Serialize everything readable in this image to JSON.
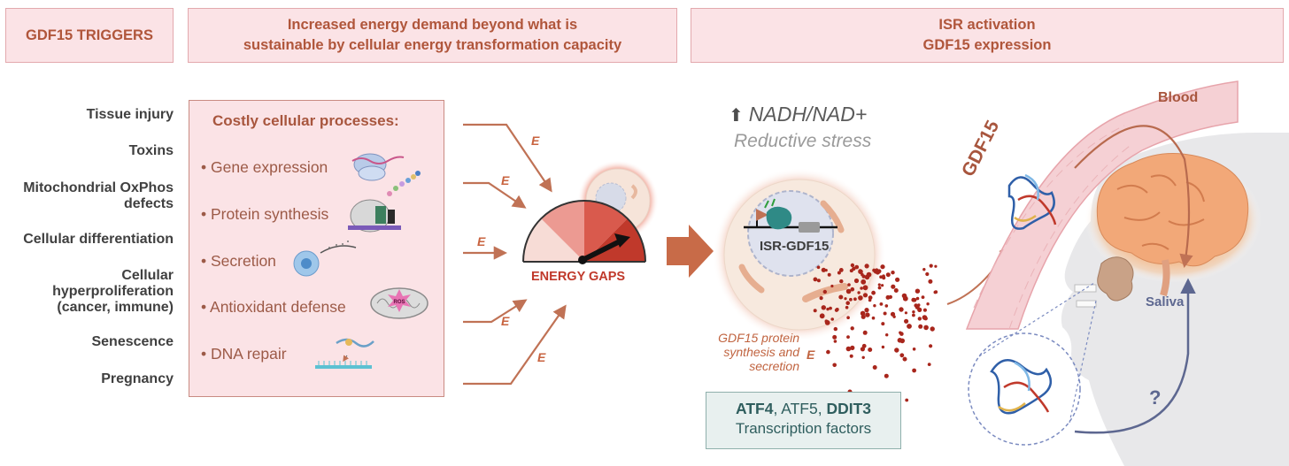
{
  "headers": {
    "triggers": "GDF15 TRIGGERS",
    "demand": [
      "Increased energy demand beyond what is",
      "sustainable by cellular energy transformation capacity"
    ],
    "isr": [
      "ISR activation",
      "GDF15 expression"
    ]
  },
  "triggers": [
    [
      "Tissue injury"
    ],
    [
      "Toxins"
    ],
    [
      "Mitochondrial OxPhos",
      "defects"
    ],
    [
      "Cellular differentiation"
    ],
    [
      "Cellular",
      "hyperproliferation",
      "(cancer, immune)"
    ],
    [
      "Senescence"
    ],
    [
      "Pregnancy"
    ]
  ],
  "processes": {
    "title": "Costly cellular processes:",
    "items": [
      "• Gene expression",
      "• Protein synthesis",
      "• Secretion",
      "• Antioxidant defense",
      "• DNA repair"
    ],
    "ros_label": "ROS"
  },
  "energy_label": "E",
  "energy_gaps": "ENERGY GAPS",
  "nadh": "NADH/NAD+",
  "nadh_arrow": "⬆",
  "reductive_stress": "Reductive stress",
  "isr_gdf15": "ISR-GDF15",
  "secretion_note": [
    "GDF15 protein",
    "synthesis and",
    "secretion"
  ],
  "transcription": {
    "atf4": "ATF4",
    "sep1": ", ",
    "atf5": "ATF5",
    "sep2": ", ",
    "ddit3": "DDIT3",
    "subtitle": "Transcription factors"
  },
  "blood": "Blood",
  "gdf15_vessel": "GDF15",
  "saliva": "Saliva",
  "question": "?",
  "colors": {
    "header_fill": "#fbe3e6",
    "header_text": "#b0563b",
    "arrow": "#c07255",
    "red": "#c0392b",
    "saliva_blue": "#5d6790",
    "tf_fill": "#e8f0ef"
  }
}
